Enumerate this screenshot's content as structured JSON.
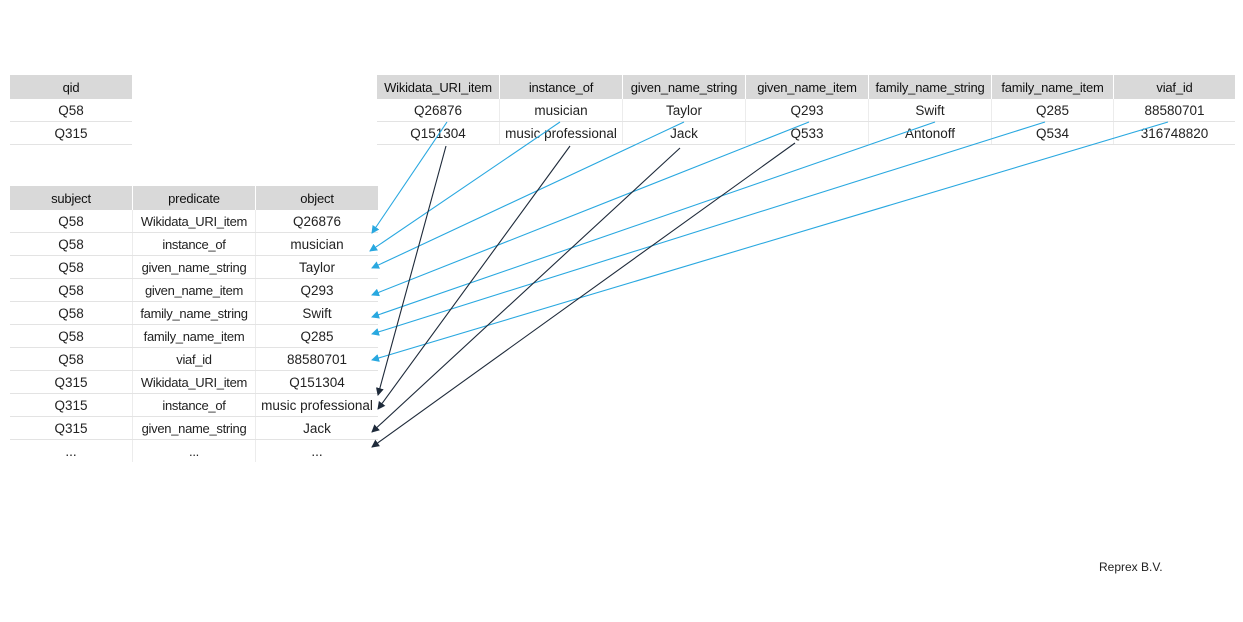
{
  "qid_table": {
    "header": "qid",
    "rows": [
      "Q58",
      "Q315"
    ]
  },
  "wide_table": {
    "headers": [
      "Wikidata_URI_item",
      "instance_of",
      "given_name_string",
      "given_name_item",
      "family_name_string",
      "family_name_item",
      "viaf_id"
    ],
    "rows": [
      [
        "Q26876",
        "musician",
        "Taylor",
        "Q293",
        "Swift",
        "Q285",
        "88580701"
      ],
      [
        "Q151304",
        "music professional",
        "Jack",
        "Q533",
        "Antonoff",
        "Q534",
        "316748820"
      ]
    ]
  },
  "long_table": {
    "headers": [
      "subject",
      "predicate",
      "object"
    ],
    "rows": [
      [
        "Q58",
        "Wikidata_URI_item",
        "Q26876"
      ],
      [
        "Q58",
        "instance_of",
        "musician"
      ],
      [
        "Q58",
        "given_name_string",
        "Taylor"
      ],
      [
        "Q58",
        "given_name_item",
        "Q293"
      ],
      [
        "Q58",
        "family_name_string",
        "Swift"
      ],
      [
        "Q58",
        "family_name_item",
        "Q285"
      ],
      [
        "Q58",
        "viaf_id",
        "88580701"
      ],
      [
        "Q315",
        "Wikidata_URI_item",
        "Q151304"
      ],
      [
        "Q315",
        "instance_of",
        "music professional"
      ],
      [
        "Q315",
        "given_name_string",
        "Jack"
      ],
      [
        "...",
        "...",
        "..."
      ]
    ]
  },
  "arrow_colors": {
    "row1": "#29a8e0",
    "row2": "#1e2a3a"
  },
  "credit": "Reprex B.V."
}
